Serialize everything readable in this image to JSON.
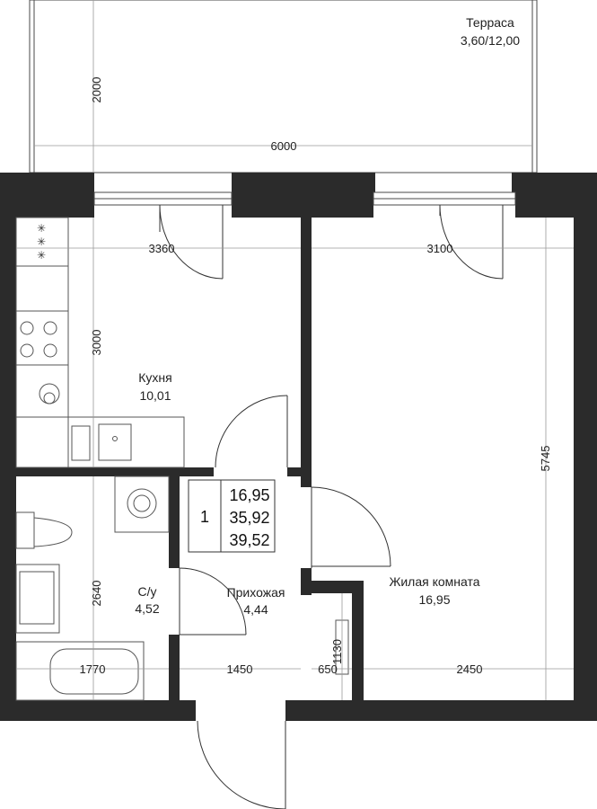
{
  "rooms": {
    "terrace": {
      "name": "Терраса",
      "area": "3,60/12,00"
    },
    "kitchen": {
      "name": "Кухня",
      "area": "10,01"
    },
    "living": {
      "name": "Жилая комната",
      "area": "16,95"
    },
    "bathroom": {
      "name": "С/у",
      "area": "4,52"
    },
    "hallway": {
      "name": "Прихожая",
      "area": "4,44"
    }
  },
  "apartment": {
    "rooms_count": "1",
    "living_area": "16,95",
    "total_area": "35,92",
    "area_with_terrace": "39,52"
  },
  "dimensions": {
    "terrace_depth": "2000",
    "terrace_width": "6000",
    "kitchen_width": "3360",
    "living_width": "3100",
    "kitchen_depth": "3000",
    "living_depth": "5745",
    "bath_depth": "2640",
    "bath_width": "1770",
    "hall_width": "1450",
    "closet_width": "650",
    "closet_depth": "1130",
    "living_lower_width": "2450"
  }
}
